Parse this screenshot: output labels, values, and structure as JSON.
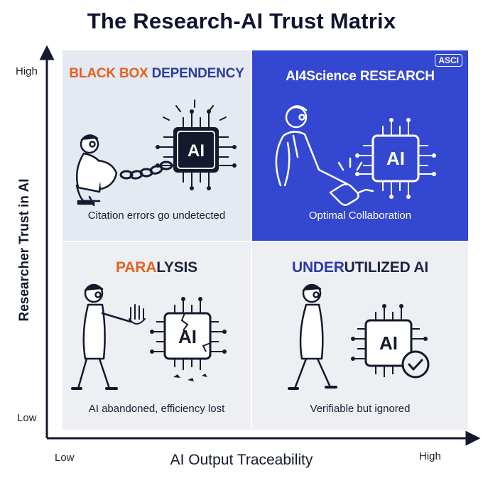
{
  "title": "The Research-AI Trust Matrix",
  "axes": {
    "y_label": "Researcher Trust in AI",
    "x_label": "AI Output Traceability",
    "y_high": "High",
    "y_low": "Low",
    "x_low": "Low",
    "x_high": "High"
  },
  "quadrants": {
    "top_left": {
      "title_part1": "BLACK BOX",
      "title_part2": " DEPENDENCY",
      "caption": "Citation errors go undetected",
      "chip_label": "AI"
    },
    "top_right": {
      "title": "AI4Science RESEARCH",
      "badge": "ASCI",
      "caption": "Optimal Collaboration",
      "chip_label": "AI"
    },
    "bottom_left": {
      "title_part1": "PARA",
      "title_part2": "LYSIS",
      "caption": "AI abandoned, efficiency lost",
      "chip_label": "AI"
    },
    "bottom_right": {
      "title_part1": "UNDER",
      "title_part2": "UTILIZED AI",
      "caption": "Verifiable but ignored",
      "chip_label": "AI"
    }
  },
  "colors": {
    "accent_orange": "#e2621d",
    "accent_blue": "#3347d1",
    "ink": "#141a2e",
    "panel_gray": "#e5e9f2"
  },
  "icons": [
    "ai-chip-icon",
    "person-icon",
    "chain-icon",
    "handshake-icon",
    "stop-hand-icon",
    "check-circle-icon"
  ]
}
